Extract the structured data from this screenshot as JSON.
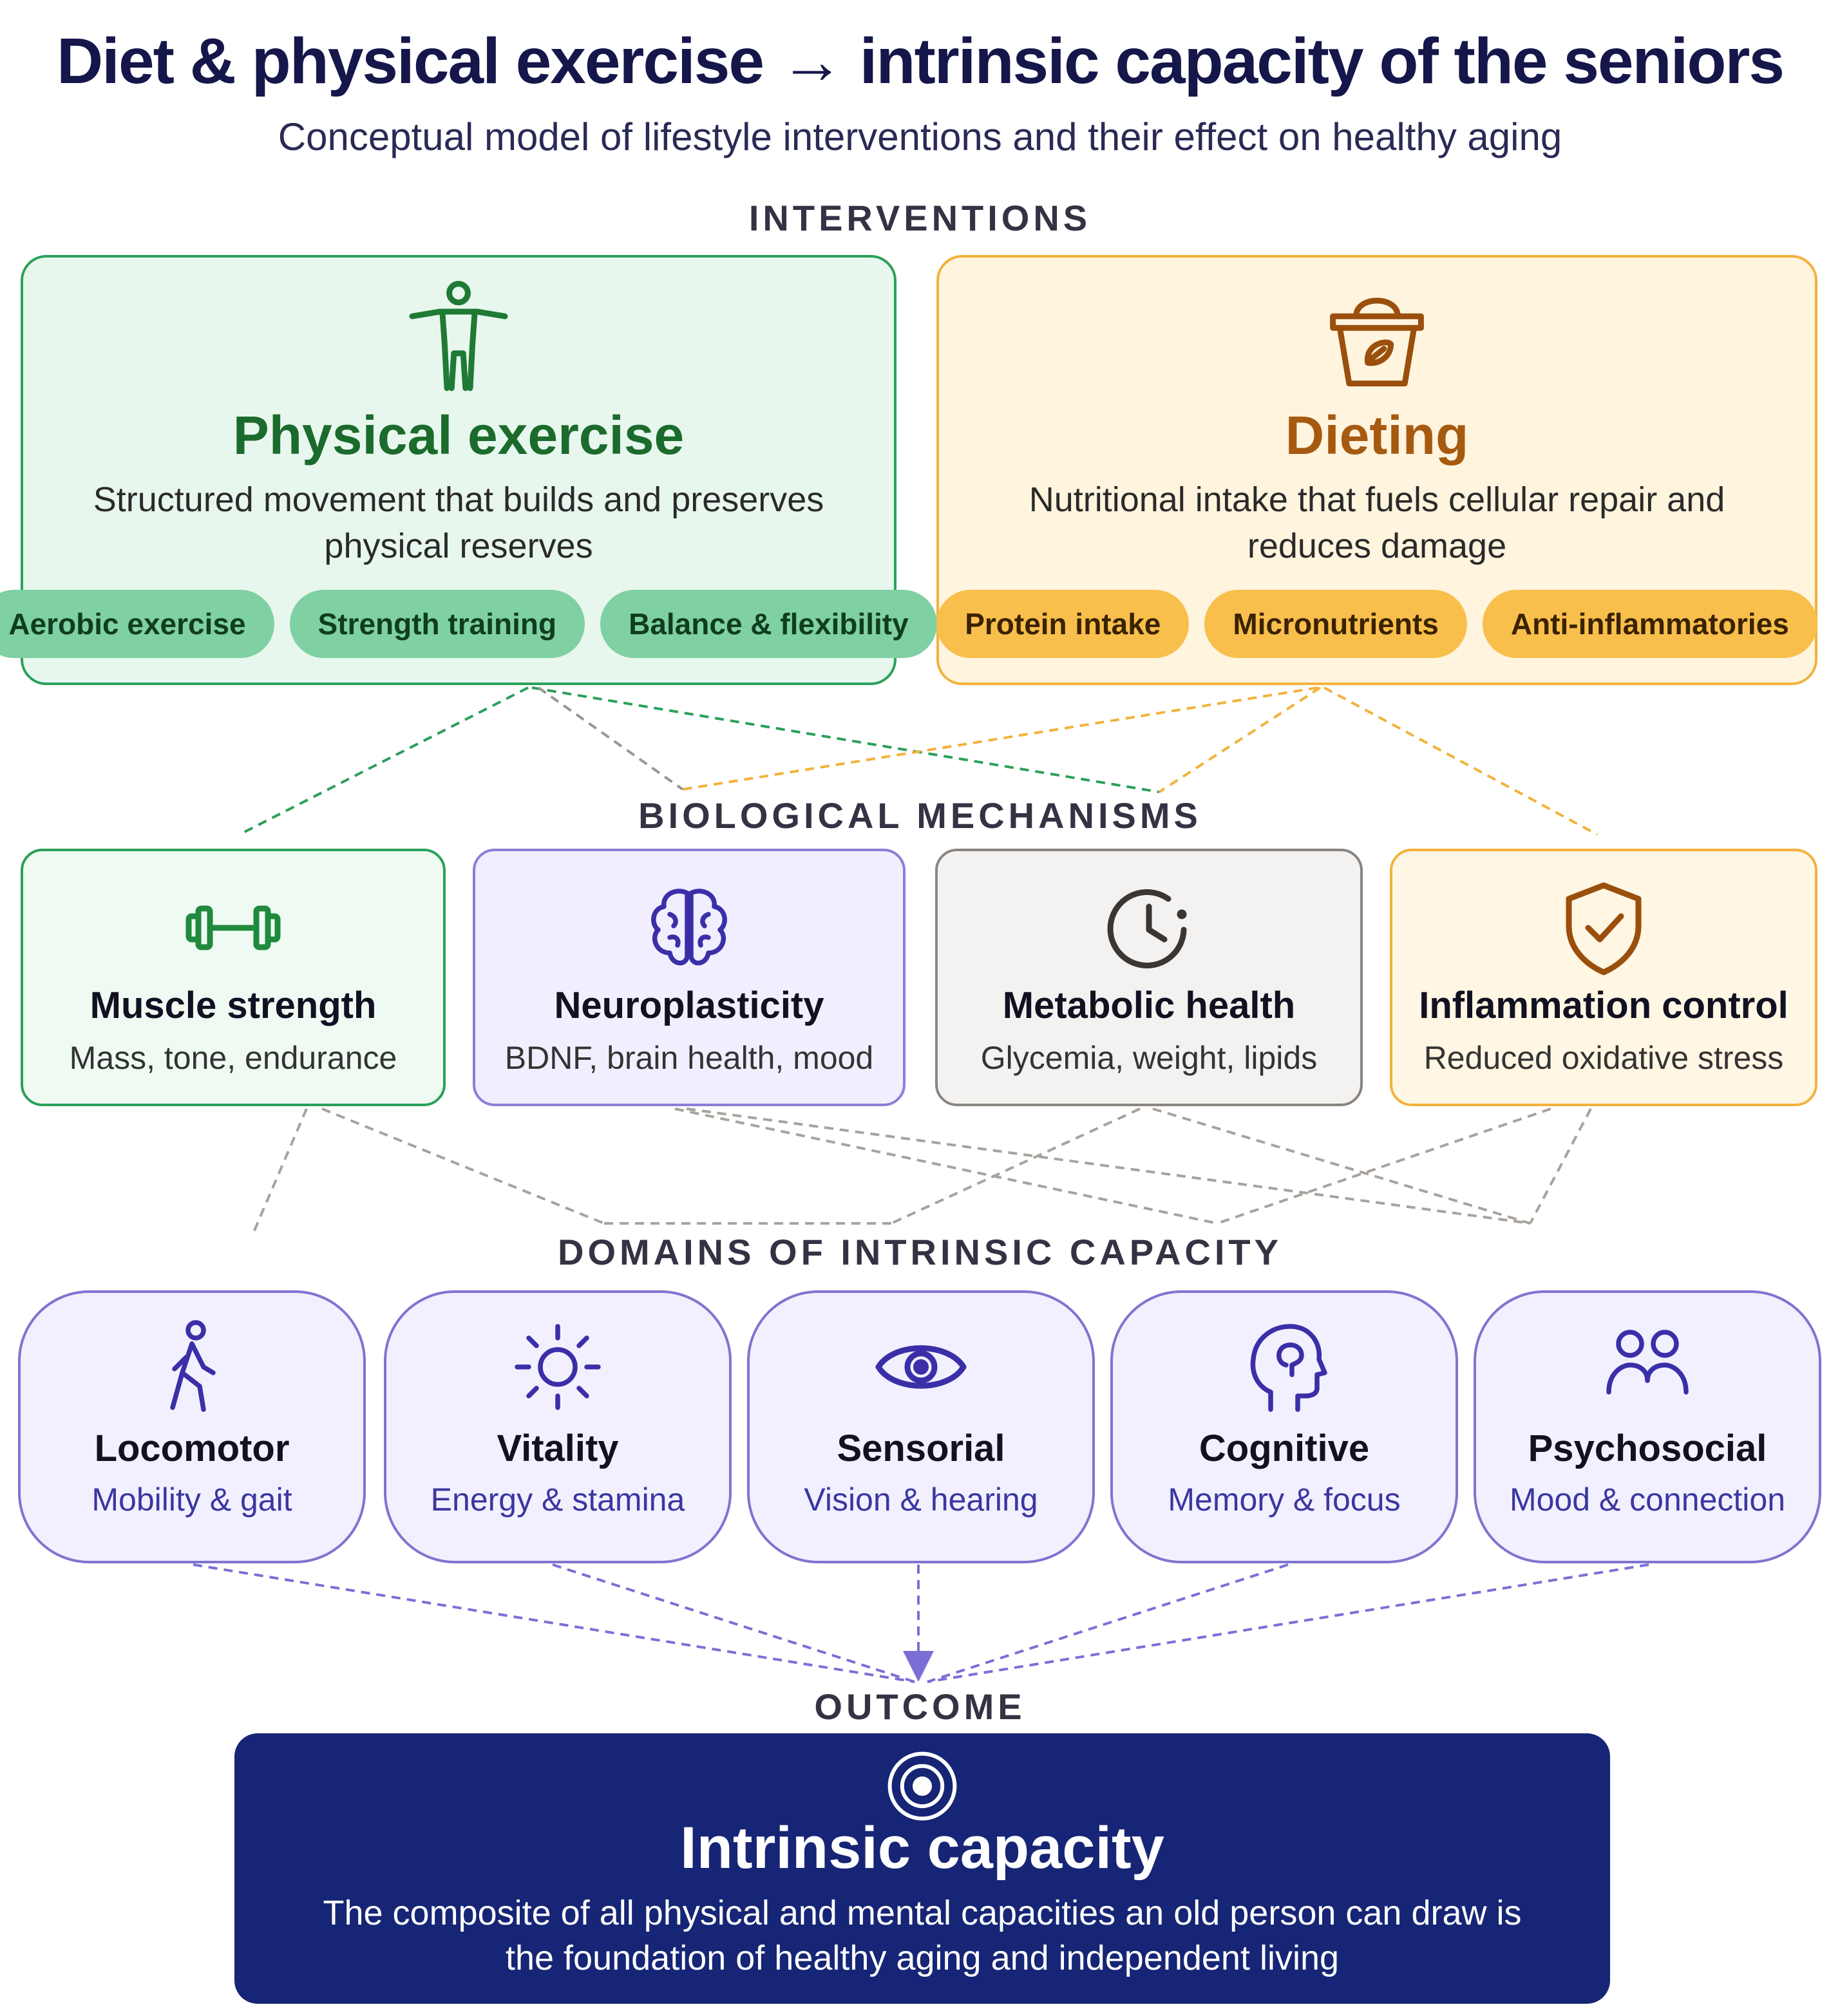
{
  "header": {
    "title": "Diet & physical exercise → intrinsic capacity of the seniors",
    "subtitle": "Conceptual model of lifestyle interventions and their effect on healthy aging"
  },
  "sections": {
    "interventions": "INTERVENTIONS",
    "mechanisms": "BIOLOGICAL MECHANISMS",
    "domains": "DOMAINS OF INTRINSIC CAPACITY",
    "outcome": "OUTCOME"
  },
  "interventions": {
    "exercise": {
      "icon": "person-stretch-icon",
      "title": "Physical exercise",
      "description": "Structured movement that builds and preserves physical reserves",
      "pills": [
        "Aerobic exercise",
        "Strength training",
        "Balance & flexibility"
      ]
    },
    "diet": {
      "icon": "basket-leaf-icon",
      "title": "Dieting",
      "description": "Nutritional intake that fuels cellular repair and reduces damage",
      "pills": [
        "Protein intake",
        "Micronutrients",
        "Anti-inflammatories"
      ]
    }
  },
  "mechanisms": [
    {
      "icon": "dumbbell-icon",
      "title": "Muscle strength",
      "subtitle": "Mass, tone, endurance"
    },
    {
      "icon": "brain-icon",
      "title": "Neuroplasticity",
      "subtitle": "BDNF, brain health, mood"
    },
    {
      "icon": "clock-icon",
      "title": "Metabolic health",
      "subtitle": "Glycemia, weight, lipids"
    },
    {
      "icon": "shield-check-icon",
      "title": "Inflammation control",
      "subtitle": "Reduced oxidative stress"
    }
  ],
  "domains": [
    {
      "icon": "walking-person-icon",
      "title": "Locomotor",
      "subtitle": "Mobility & gait"
    },
    {
      "icon": "sun-icon",
      "title": "Vitality",
      "subtitle": "Energy & stamina"
    },
    {
      "icon": "eye-icon",
      "title": "Sensorial",
      "subtitle": "Vision & hearing"
    },
    {
      "icon": "head-profile-icon",
      "title": "Cognitive",
      "subtitle": "Memory & focus"
    },
    {
      "icon": "two-people-icon",
      "title": "Psychosocial",
      "subtitle": "Mood & connection"
    }
  ],
  "outcome": {
    "icon": "target-icon",
    "title": "Intrinsic capacity",
    "description": "The composite of all physical and mental capacities an old person can draw is the foundation of healthy aging and independent living"
  },
  "colors": {
    "exercise_green": "#2aa05a",
    "diet_orange": "#f2b23c",
    "neuro_purple": "#8a7fd8",
    "metabolic_gray": "#8a8580",
    "domain_purple": "#7f74cf",
    "outcome_navy": "#162575"
  }
}
